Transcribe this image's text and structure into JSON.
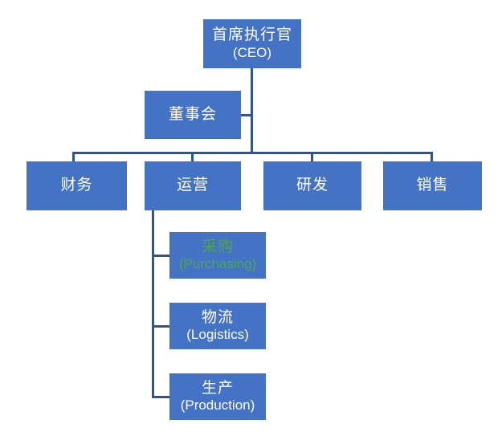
{
  "diagram": {
    "title_text": "",
    "type": "org-chart",
    "colors": {
      "node_fill": "#4472C4",
      "node_text": "#FFFFFF",
      "highlight_text": "#4EA84E",
      "connector": "#2E5496",
      "background": "#FFFFFF"
    },
    "nodes": {
      "ceo": {
        "cn": "首席执行官",
        "en": "(CEO)"
      },
      "board": {
        "cn": "董事会",
        "en": ""
      },
      "finance": {
        "cn": "财务",
        "en": ""
      },
      "operations": {
        "cn": "运营",
        "en": ""
      },
      "rnd": {
        "cn": "研发",
        "en": ""
      },
      "sales": {
        "cn": "销售",
        "en": ""
      },
      "purchasing": {
        "cn": "采购",
        "en": "(Purchasing)"
      },
      "logistics": {
        "cn": "物流",
        "en": "(Logistics)"
      },
      "production": {
        "cn": "生产",
        "en": "(Production)"
      }
    }
  }
}
